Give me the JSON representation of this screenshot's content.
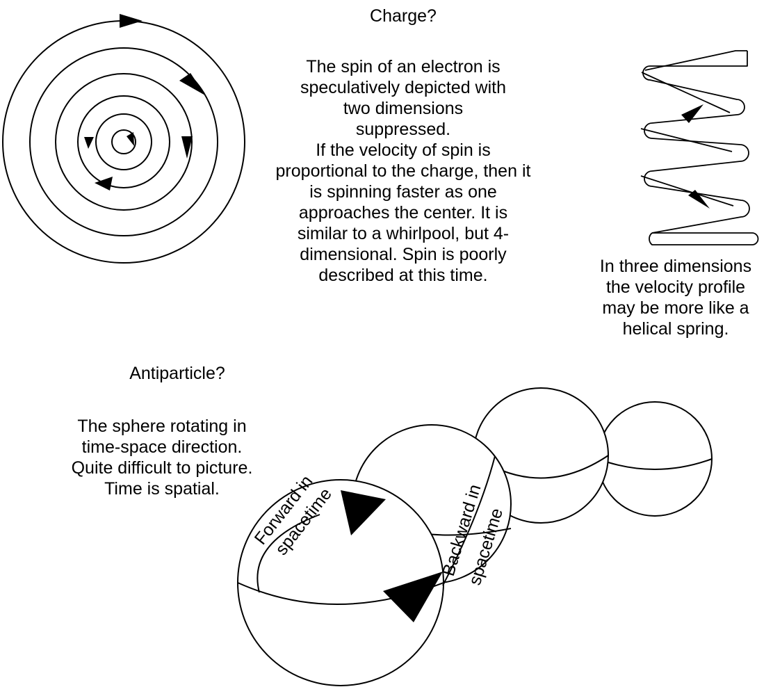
{
  "charge": {
    "heading": "Charge?",
    "paragraph": [
      "The spin of an electron is",
      "speculatively depicted with",
      "two dimensions",
      "suppressed.",
      "If the velocity of spin is",
      "proportional to the charge, then it",
      "is spinning faster as one",
      "approaches the center.  It is",
      "similar to a whirlpool, but 4-",
      "dimensional.  Spin is poorly",
      "described at this time."
    ]
  },
  "helix": {
    "caption": [
      "In three dimensions",
      "the velocity profile",
      "may be more like a",
      "helical spring."
    ]
  },
  "antiparticle": {
    "heading": "Antiparticle?",
    "paragraph": [
      "The sphere rotating in",
      "time-space direction.",
      "Quite difficult to picture.",
      "Time is spatial."
    ]
  },
  "spheres": {
    "forward_label": [
      "Forward in",
      "spacetime"
    ],
    "backward_label": [
      "Backward in",
      "spacetime"
    ]
  },
  "colors": {
    "ink": "#000000",
    "background": "#ffffff"
  }
}
